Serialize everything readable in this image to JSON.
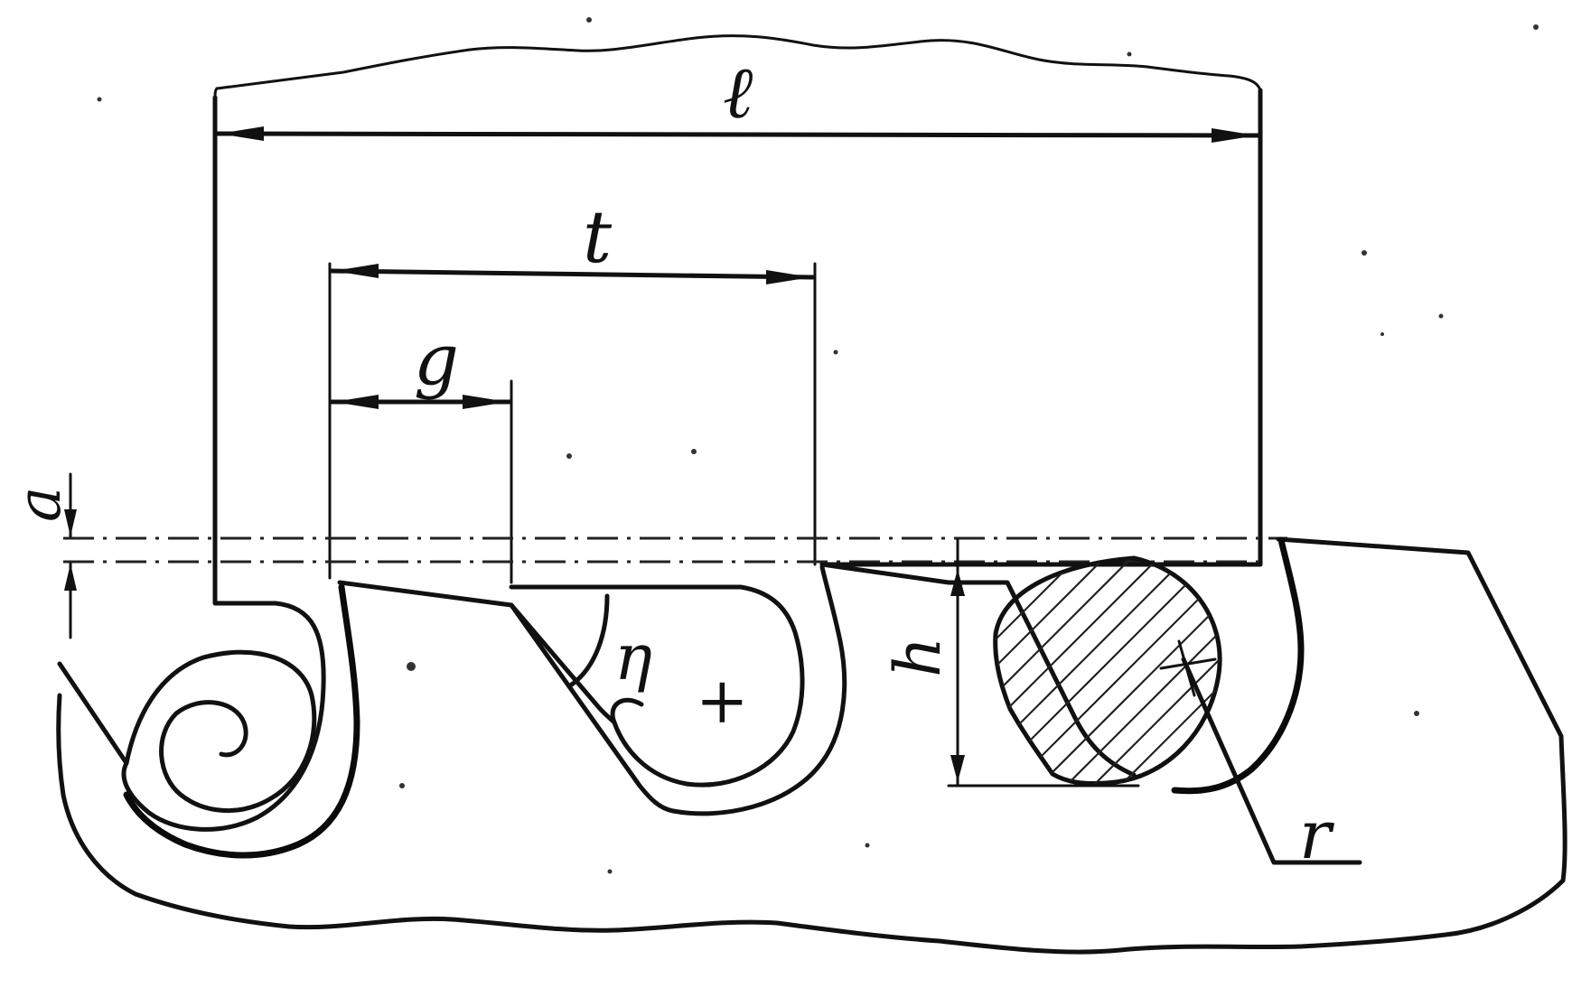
{
  "labels": {
    "overall_length": "ℓ",
    "pitch": "t",
    "spacing": "g",
    "offset": "a",
    "height": "h",
    "angle": "η",
    "radius": "r",
    "center_mark_1": "+",
    "center_mark_2": "+"
  }
}
